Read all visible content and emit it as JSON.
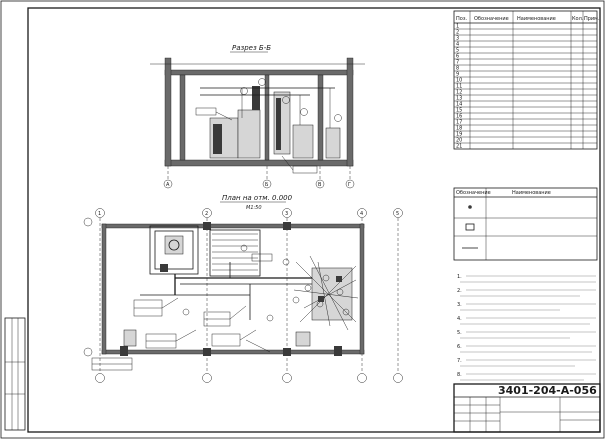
{
  "section": {
    "title": "Разрез Б-Б",
    "markers": [
      "А",
      "Б",
      "В",
      "Г"
    ]
  },
  "plan": {
    "title": "План на отм. 0.000",
    "scale": "М1:50",
    "markers": [
      "1",
      "2",
      "3",
      "4",
      "5"
    ]
  },
  "spec_table": {
    "headers": [
      "Поз.",
      "Обозначение",
      "Наименование",
      "Кол.",
      "Прим."
    ],
    "rows": [
      [
        "1",
        "",
        "",
        "",
        ""
      ],
      [
        "2",
        "",
        "",
        "",
        ""
      ],
      [
        "3",
        "",
        "",
        "",
        ""
      ],
      [
        "4",
        "",
        "",
        "",
        ""
      ],
      [
        "5",
        "",
        "",
        "",
        ""
      ],
      [
        "6",
        "",
        "",
        "",
        ""
      ],
      [
        "7",
        "",
        "",
        "",
        ""
      ],
      [
        "8",
        "",
        "",
        "",
        ""
      ],
      [
        "9",
        "",
        "",
        "",
        ""
      ],
      [
        "10",
        "",
        "",
        "",
        ""
      ],
      [
        "11",
        "",
        "",
        "",
        ""
      ],
      [
        "12",
        "",
        "",
        "",
        ""
      ],
      [
        "13",
        "",
        "",
        "",
        ""
      ],
      [
        "14",
        "",
        "",
        "",
        ""
      ],
      [
        "15",
        "",
        "",
        "",
        ""
      ],
      [
        "16",
        "",
        "",
        "",
        ""
      ],
      [
        "17",
        "",
        "",
        "",
        ""
      ],
      [
        "18",
        "",
        "",
        "",
        ""
      ],
      [
        "19",
        "",
        "",
        "",
        ""
      ],
      [
        "20",
        "",
        "",
        "",
        ""
      ],
      [
        "21",
        "",
        "",
        "",
        ""
      ]
    ]
  },
  "legend": {
    "headers": [
      "Обозначение",
      "Наименование"
    ],
    "rows": [
      "",
      "",
      ""
    ]
  },
  "notes": [
    "1.",
    "2.",
    "3.",
    "4.",
    "5.",
    "6.",
    "7.",
    "8."
  ],
  "title_block": {
    "code": "3401-204-А-056",
    "description_lines": [
      "",
      "",
      ""
    ],
    "stamp_fields": [
      "",
      "",
      "",
      "",
      "",
      ""
    ]
  },
  "margin_stamp": {
    "label": ""
  }
}
